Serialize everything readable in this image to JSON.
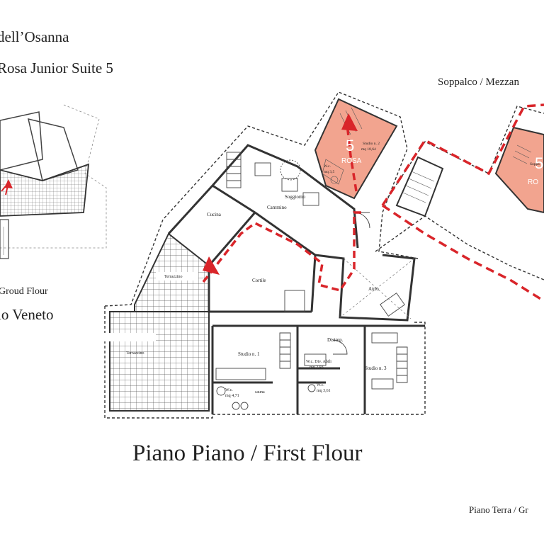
{
  "header": {
    "title_line1": "dell’Osanna",
    "title_line2": "Rosa Junior Suite 5"
  },
  "small_plan": {
    "caption": "Groud Flour",
    "name": "io Veneto"
  },
  "mezzanine": {
    "caption": "Soppalco / Mezzan",
    "unit_number": "5",
    "unit_name": "RO",
    "stair_label": "Soppa"
  },
  "first_floor": {
    "caption": "Piano Piano / First Flour",
    "rooms": {
      "cucina": "Cucina",
      "cammino": "Cammino",
      "soggiorno": "Soggiorno",
      "terrazzino_top": "Terrazzino",
      "terrazzino_bottom": "Terrazzino",
      "cortile": "Cortile",
      "atrio": "Atrio",
      "disimp": "Disimp.",
      "studio1": "Studio n. 1",
      "studio3": "Studio n. 3",
      "wc1": "W.c.",
      "wc1_area": "mq 4,71",
      "sauna": "sauna",
      "wc_div": "W.c. Div. Abili",
      "wc_div_area": "mq 2,93",
      "wc3": "W.c.",
      "wc3_area": "mq 3,61"
    },
    "suite": {
      "number": "5",
      "name": "ROSA",
      "studio": "Studio n. 2",
      "area": "mq 18,64",
      "wc": "W.c.",
      "wc_area": "mq 3,5"
    }
  },
  "footer": {
    "caption": "Piano Terra / Gr"
  },
  "colors": {
    "suite_fill": "#f2a48f",
    "route_red": "#d9252a",
    "wall": "#333333"
  }
}
